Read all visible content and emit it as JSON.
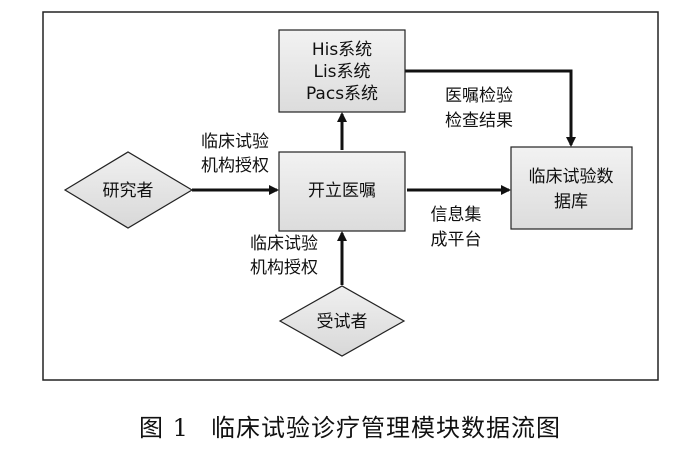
{
  "nodes": {
    "his_lines": [
      "His系统",
      "Lis系统",
      "Pacs系统"
    ],
    "order": "开立医嘱",
    "db_lines": [
      "临床试验数",
      "据库"
    ],
    "researcher": "研究者",
    "subject": "受试者"
  },
  "edges": {
    "researcher_to_order": [
      "临床试验",
      "机构授权"
    ],
    "subject_to_order": [
      "临床试验",
      "机构授权"
    ],
    "his_to_db": [
      "医嘱检验",
      "检查结果"
    ],
    "order_to_db": [
      "信息集",
      "成平台"
    ]
  },
  "caption": {
    "number": "图 1",
    "text": "临床试验诊疗管理模块数据流图"
  }
}
